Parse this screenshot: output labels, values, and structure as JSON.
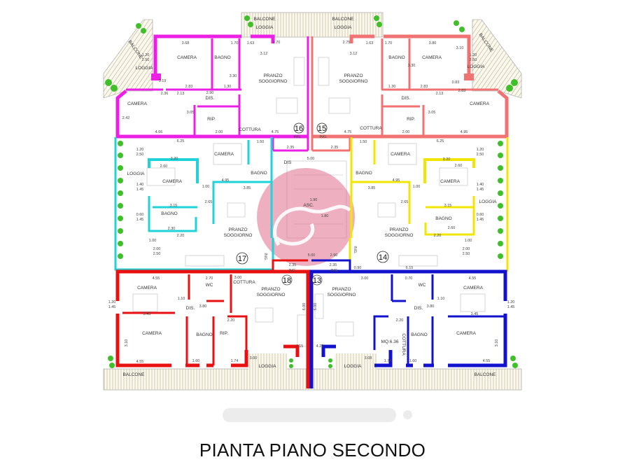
{
  "title": "PIANTA PIANO SECONDO",
  "colors": {
    "unit_16": "#ec1fe4",
    "unit_15": "#f07272",
    "unit_17": "#1fd3d8",
    "unit_14": "#f2e600",
    "unit_18": "#e81010",
    "unit_13": "#1212cc",
    "logo": "#e0708c",
    "plants": "#3fbf2a"
  },
  "units": {
    "u16": {
      "number": "16",
      "ing": "ING.",
      "rooms": [
        "CAMERA",
        "BAGNO",
        "PRANZO",
        "SOGGIORNO",
        "CAMERA",
        "DIS.",
        "RIP.",
        "COTTURA",
        "LOGGIA",
        "BALCONE",
        "BALCONE",
        "LOGGIA"
      ],
      "dims": [
        "3.68",
        "1.70",
        "1.63",
        "3.12",
        "2.70",
        "2.36",
        "2.13",
        "2.83",
        "2.90",
        "1.30",
        "4.66",
        "2.00",
        "4.75",
        "2.42",
        "3.05",
        "1.20",
        "2.50",
        "3.19",
        "3.30",
        "2.35"
      ]
    },
    "u15": {
      "number": "15",
      "ing": "ING.",
      "rooms": [
        "BAGNO",
        "CAMERA",
        "PRANZO",
        "SOGGIORNO",
        "DIS.",
        "RIP.",
        "COTTURA",
        "CAMERA",
        "LOGGIA",
        "BALCONE",
        "BALCONE",
        "LOGGIA"
      ],
      "dims": [
        "1.63",
        "1.70",
        "3.80",
        "3.12",
        "2.75",
        "1.30",
        "2.83",
        "2.13",
        "0.83",
        "2.83",
        "4.75",
        "2.00",
        "4.95",
        "3.05",
        "3.10",
        "1.20",
        "2.50",
        "3.30",
        "2.35"
      ]
    },
    "u17": {
      "number": "17",
      "ing": "ING.",
      "rooms": [
        "CAMERA",
        "BAGNO",
        "CAMERA",
        "LOGGIA",
        "BAGNO",
        "PRANZO",
        "SOGGIORNO",
        "DIS",
        "ASC."
      ],
      "dims": [
        "6.25",
        "1.50",
        "3.20",
        "2.60",
        "4.95",
        "3.85",
        "1.00",
        "3.15",
        "2.65",
        "2.30",
        "2.20",
        "1.20",
        "2.50",
        "1.40",
        "1.45",
        "0.60",
        "1.45",
        "1.00",
        "2.00",
        "2.50",
        "5.00",
        "1.90",
        "1.80",
        "5.00",
        "2.90"
      ]
    },
    "u14": {
      "number": "14",
      "ing": "ING.",
      "rooms": [
        "CAMERA",
        "BAGNO",
        "CAMERA",
        "LOGGIA",
        "BAGNO",
        "PRANZO",
        "SOGGIORNO"
      ],
      "dims": [
        "6.25",
        "1.50",
        "3.20",
        "2.60",
        "4.95",
        "3.85",
        "1.00",
        "3.15",
        "2.65",
        "2.60",
        "2.20",
        "1.20",
        "2.50",
        "1.40",
        "1.45",
        "0.60",
        "1.45",
        "1.00",
        "2.00",
        "2.50",
        "6.15",
        "0.90"
      ]
    },
    "u18": {
      "number": "18",
      "ing": "ING.",
      "rooms": [
        "CAMERA",
        "WC",
        "COTTURA",
        "PRANZO",
        "SOGGIORNO",
        "DIS.",
        "CAMERA",
        "BAGNO",
        "RIP.",
        "LOGGIA",
        "BALCONE"
      ],
      "dims": [
        "4.55",
        "2.70",
        "3.00",
        "1.10",
        "3.80",
        "3.45",
        "2.20",
        "4.55",
        "1.60",
        "1.74",
        "3.00",
        "4.15",
        "6.00",
        "1.20",
        "1.45",
        "3.10",
        "2.35"
      ]
    },
    "u13": {
      "number": "13",
      "ing": "ING.",
      "rooms": [
        "PRANZO",
        "SOGGIORNO",
        "WC",
        "CAMERA",
        "DIS.",
        "CAMERA",
        "BAGNO",
        "MQ.6.36",
        "COTTURA",
        "LOGGIA",
        "BALCONE"
      ],
      "dims": [
        "3.00",
        "0.70",
        "4.55",
        "1.10",
        "3.80",
        "3.45",
        "2.20",
        "4.55",
        "1.60",
        "1.74",
        "3.08",
        "4.25",
        "6.00",
        "1.20",
        "1.45",
        "3.10",
        "2.35"
      ]
    }
  }
}
